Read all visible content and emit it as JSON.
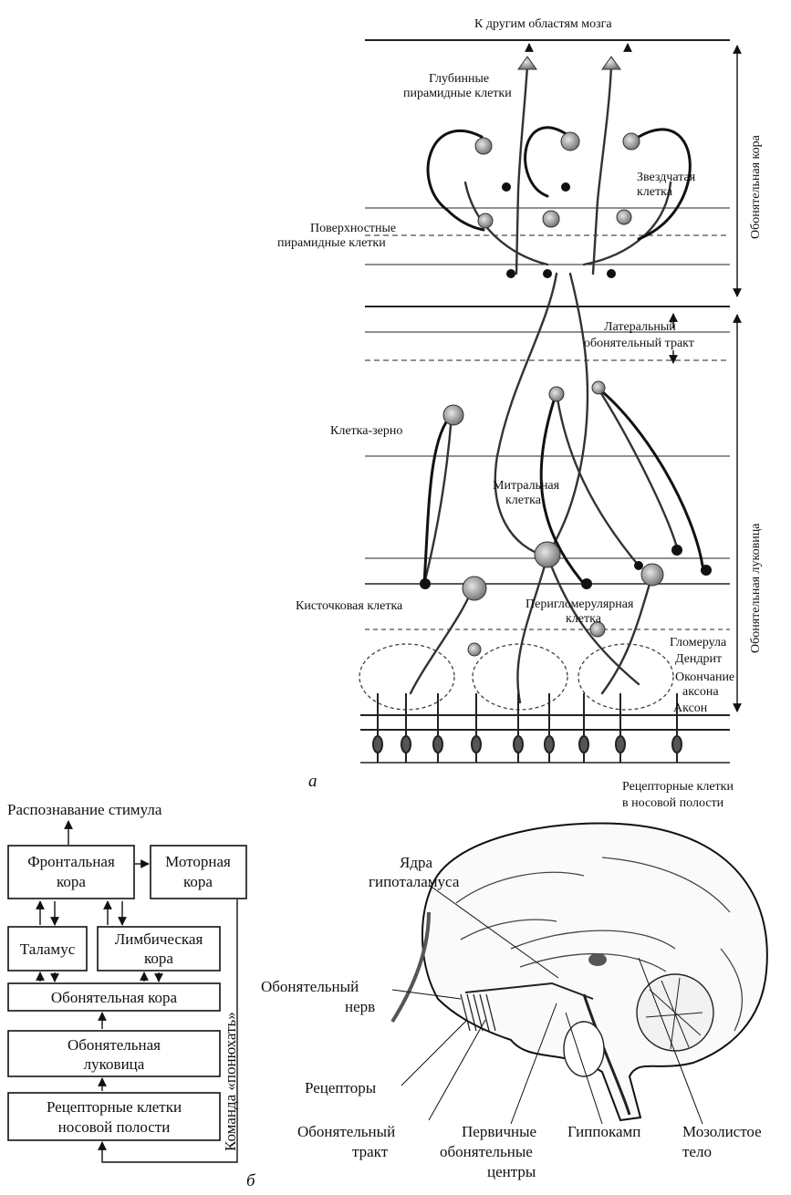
{
  "part_a": {
    "top_label": "К другим областям мозга",
    "deep_pyramidal": [
      "Глубинные",
      "пирамидные клетки"
    ],
    "stellate": [
      "Звездчатая",
      "клетка"
    ],
    "superficial_pyramidal": [
      "Поверхностные",
      "пирамидные клетки"
    ],
    "lateral_tract": [
      "Латеральный",
      "обонятельный тракт"
    ],
    "granule": "Клетка-зерно",
    "mitral": [
      "Митральная",
      "клетка"
    ],
    "tufted": "Кисточковая клетка",
    "periglomerular": [
      "Перигломерулярная",
      "клетка"
    ],
    "glomerulus": "Гломерула",
    "dendrite": "Дендрит",
    "axon_terminal": [
      "Окончание",
      "аксона"
    ],
    "axon": "Аксон",
    "receptor_cells": [
      "Рецепторные клетки",
      "в носовой полости"
    ],
    "cortex_side": "Обонятельная кора",
    "bulb_side": "Обонятельная луковица",
    "letter": "а"
  },
  "part_b": {
    "recognition": "Распознавание стимула",
    "frontal": [
      "Фронтальная",
      "кора"
    ],
    "motor": [
      "Моторная",
      "кора"
    ],
    "thalamus": "Таламус",
    "limbic": [
      "Лимбическая",
      "кора"
    ],
    "olf_cortex": "Обонятельная кора",
    "olf_bulb": [
      "Обонятельная",
      "луковица"
    ],
    "receptors_box": [
      "Рецепторные клетки",
      "носовой полости"
    ],
    "sniff_command": "Команда «понюхать»",
    "letter": "б"
  },
  "brain": {
    "hypothalamus": [
      "Ядра",
      "гипоталамуса"
    ],
    "olf_nerve": [
      "Обонятельный",
      "нерв"
    ],
    "receptors": "Рецепторы",
    "olf_tract": [
      "Обонятельный",
      "тракт"
    ],
    "primary_centers": [
      "Первичные",
      "обонятельные",
      "центры"
    ],
    "hippocampus": "Гиппокамп",
    "corpus_callosum": [
      "Мозолистое",
      "тело"
    ]
  }
}
